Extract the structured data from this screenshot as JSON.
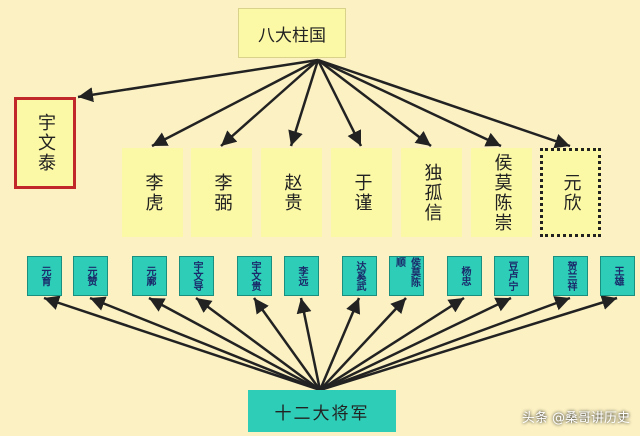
{
  "title": "八大柱国",
  "leader": "宇文泰",
  "pillars": [
    "李虎",
    "李弼",
    "赵贵",
    "于谨",
    "独孤信",
    "侯莫陈崇",
    "元欣"
  ],
  "generals_title": "十二大将军",
  "generals": [
    "元育",
    "元赞",
    "元廓",
    "宇文导",
    "宇文贵",
    "李远",
    "达奚武",
    "侯莫陈顺",
    "杨忠",
    "豆卢宁",
    "贺兰祥",
    "王雄"
  ],
  "watermark": "头条 @桑哥讲历史"
}
